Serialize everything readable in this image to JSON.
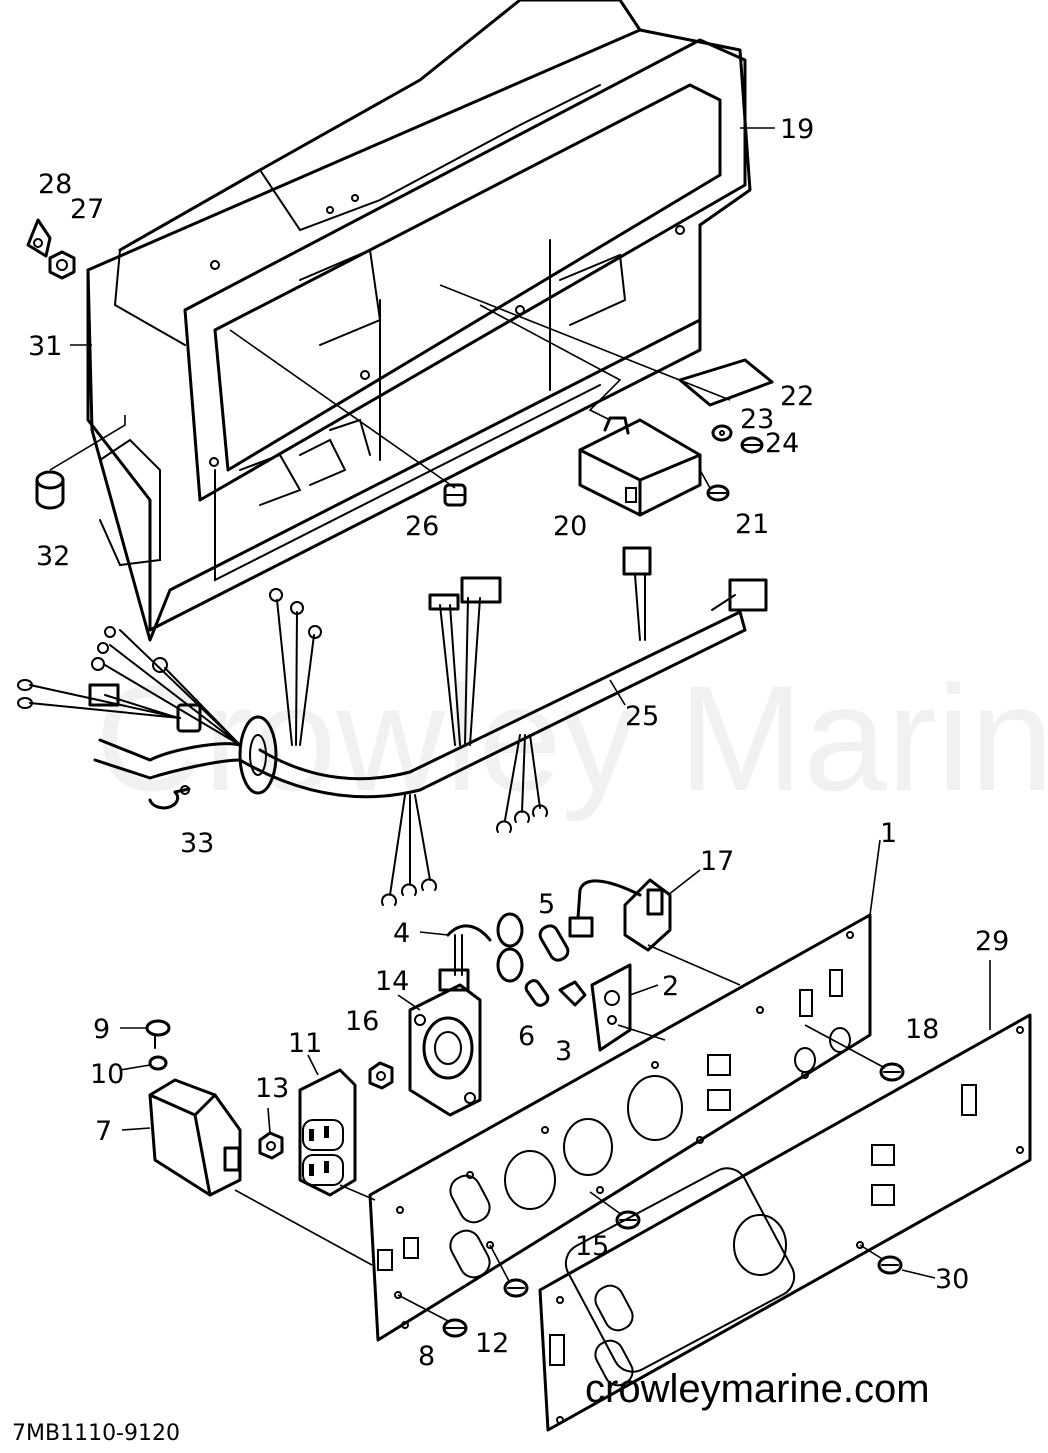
{
  "watermark": "Crowley Marine",
  "website": "crowleymarine.com",
  "diagram_code": "7MB1110-9120",
  "callouts": {
    "c1": "1",
    "c2": "2",
    "c3": "3",
    "c4": "4",
    "c5": "5",
    "c6": "6",
    "c7": "7",
    "c8": "8",
    "c9": "9",
    "c10": "10",
    "c11": "11",
    "c12": "12",
    "c13": "13",
    "c14": "14",
    "c15": "15",
    "c16": "16",
    "c17": "17",
    "c18": "18",
    "c19": "19",
    "c20": "20",
    "c21": "21",
    "c22": "22",
    "c23": "23",
    "c24": "24",
    "c25": "25",
    "c26": "26",
    "c27": "27",
    "c28": "28",
    "c29": "29",
    "c30": "30",
    "c31": "31",
    "c32": "32",
    "c33": "33"
  }
}
